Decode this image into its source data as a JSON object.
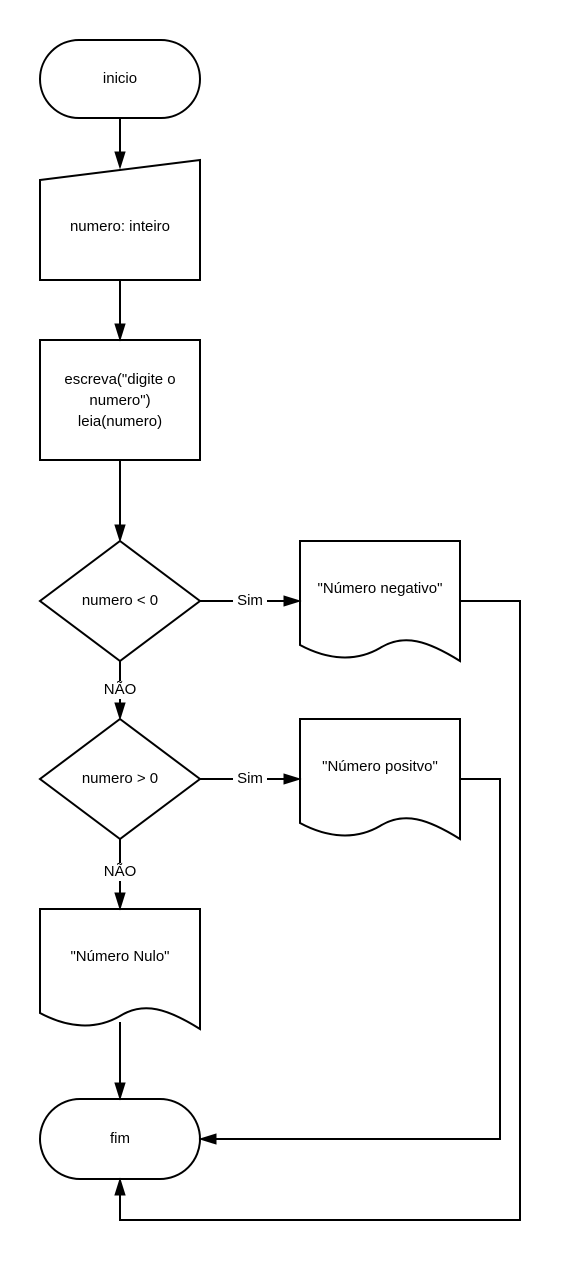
{
  "nodes": {
    "start": "inicio",
    "declare": "numero: inteiro",
    "io_line1": "escreva(\"digite o",
    "io_line2": "numero\")",
    "io_line3": "leia(numero)",
    "decision1": "numero < 0",
    "out_negative": "\"Número negativo\"",
    "decision2": "numero > 0",
    "out_positive": "\"Número positvo\"",
    "out_null": "\"Número Nulo\"",
    "end": "fim"
  },
  "edge_labels": {
    "d1_yes": "Sim",
    "d1_no": "NÃO",
    "d2_yes": "Sim",
    "d2_no": "NÃO"
  },
  "colors": {
    "stroke": "#000000",
    "fill": "#ffffff"
  }
}
